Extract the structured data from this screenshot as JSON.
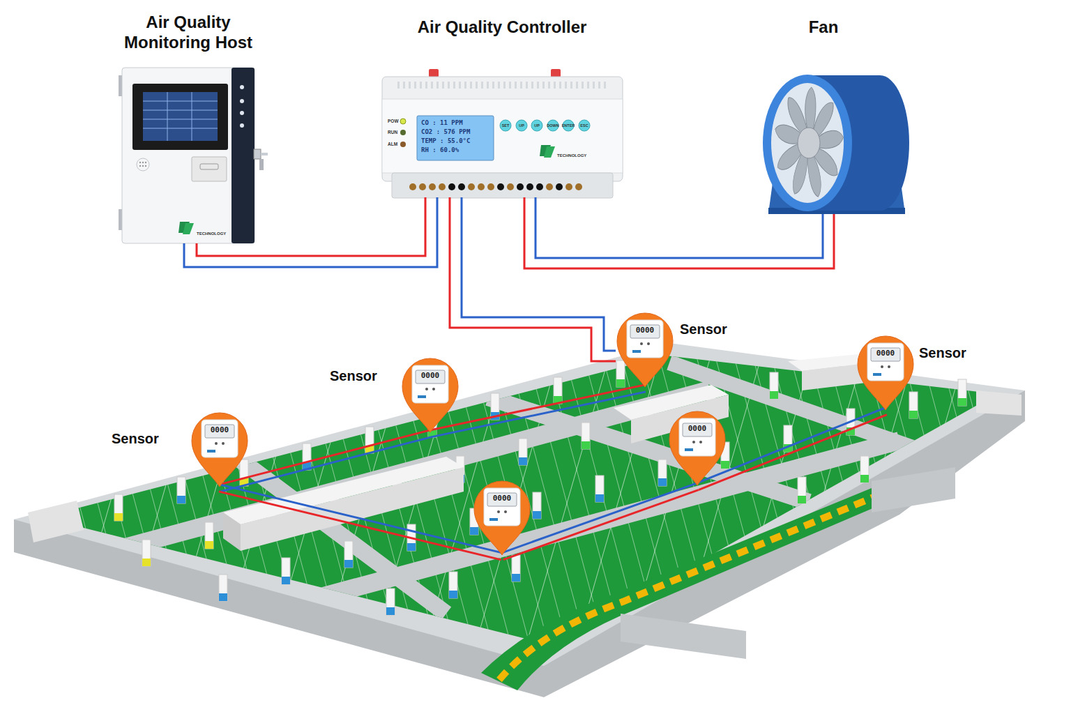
{
  "diagram": {
    "nodes": [
      {
        "text": [
          "Air Quality Monitoring Host"
        ]
      },
      {
        "text": [
          "Air Quality Controller"
        ]
      },
      {
        "text": [
          "Fan"
        ]
      },
      {
        "text": [
          "Sensor",
          "0000"
        ]
      },
      {
        "text": [
          "Sensor",
          "0000"
        ]
      },
      {
        "text": [
          "Sensor",
          "0000"
        ]
      },
      {
        "text": [
          "Sensor",
          "0000"
        ]
      },
      {
        "text": [
          "0000"
        ]
      },
      {
        "text": [
          "0000"
        ]
      }
    ],
    "edges": [
      {
        "from": 1,
        "to": 0,
        "arrow": "none"
      },
      {
        "from": 1,
        "to": 2,
        "arrow": "none"
      },
      {
        "from": 1,
        "to": 3,
        "arrow": "none"
      },
      {
        "from": 3,
        "to": 5,
        "arrow": "none"
      },
      {
        "from": 5,
        "to": 6,
        "arrow": "none"
      },
      {
        "from": 6,
        "to": 8,
        "arrow": "none"
      },
      {
        "from": 8,
        "to": 7,
        "arrow": "none"
      },
      {
        "from": 7,
        "to": 4,
        "arrow": "none"
      }
    ],
    "labels": [
      "POW",
      "RUN",
      "ALM",
      "CO : 11 PPM",
      "CO2 : 576 PPM",
      "TEMP : 55.0°C",
      "RH : 60.0%",
      "SET",
      "UP",
      "UP",
      "DOWN",
      "ENTER",
      "ESC",
      "TECHNOLOGY",
      "TECHNOLOGY"
    ]
  }
}
